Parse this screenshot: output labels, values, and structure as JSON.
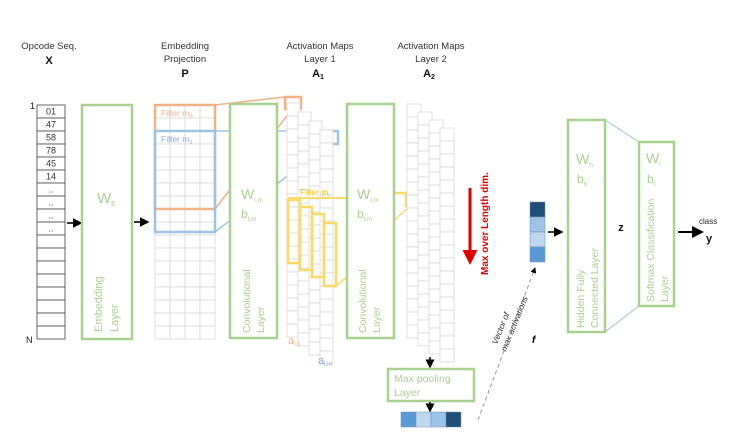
{
  "headers": {
    "opcode": {
      "line1": "Opcode Seq.",
      "symbol": "X"
    },
    "embedding": {
      "line1": "Embedding",
      "line2": "Projection",
      "symbol": "P"
    },
    "act1": {
      "line1": "Activation Maps",
      "line2": "Layer 1",
      "symbol": "A",
      "sub": "1"
    },
    "act2": {
      "line1": "Activation Maps",
      "line2": "Layer 2",
      "symbol": "A",
      "sub": "2"
    }
  },
  "sequence": {
    "start_label": "1",
    "end_label": "N",
    "values": [
      "01",
      "47",
      "58",
      "78",
      "45",
      "14",
      "..",
      "..",
      "..",
      "..",
      "",
      "",
      "",
      "",
      "",
      "",
      "",
      ""
    ]
  },
  "embedding_layer": {
    "weight": "W",
    "weight_sub": "E",
    "label_line1": "Embedding",
    "label_line2": "Layer"
  },
  "filters": {
    "orange": {
      "label": "Filter m",
      "sub": "3",
      "color": "#f4b183"
    },
    "blue": {
      "label": "Filter m",
      "sub": "1",
      "color": "#9dc3e6"
    },
    "yellow": {
      "label": "Filter m",
      "sub": "i",
      "color": "#ffd966"
    }
  },
  "conv_layer_1": {
    "weight": "W",
    "weight_sub": "l,m",
    "bias": "b",
    "bias_sub": "l,m",
    "label_line1": "Convolutional",
    "label_line2": "Layer"
  },
  "conv_layer_2": {
    "weight": "W",
    "weight_sub": "l,m",
    "bias": "b",
    "bias_sub": "l,m",
    "label_line1": "Convolutional",
    "label_line2": "Layer"
  },
  "activation_labels": {
    "first": "a",
    "first_sub": "l,1",
    "last": "a",
    "last_sub": "l,m"
  },
  "max_over": {
    "label": "Max over Length dim.",
    "color": "#e00000"
  },
  "max_pooling": {
    "line1": "Max pooling",
    "line2": "Layer"
  },
  "pooled_vector_colors": [
    "#5b9bd5",
    "#bdd7ee",
    "#9dc3e6",
    "#1f4e79"
  ],
  "feature_vector": {
    "colors": [
      "#1f4e79",
      "#9dc3e6",
      "#bdd7ee",
      "#5b9bd5"
    ],
    "label_line1": "Vector of",
    "label_line2": "max activations",
    "symbol": "f"
  },
  "hidden_layer": {
    "weight": "W",
    "weight_sub": "h",
    "bias": "b",
    "bias_sub": "h",
    "label_line1": "Hidden Fully",
    "label_line2": "Connected Layer"
  },
  "z_label": "z",
  "softmax_layer": {
    "weight": "W",
    "weight_sub": "l",
    "bias": "b",
    "bias_sub": "l",
    "label_line1": "Softmax Classification",
    "label_line2": "Layer"
  },
  "output": {
    "class_label": "class",
    "symbol": "y"
  },
  "colors": {
    "green": "#a9d18e",
    "orange": "#f4b183",
    "blue": "#9dc3e6",
    "yellow": "#ffd966",
    "red": "#e00000"
  }
}
